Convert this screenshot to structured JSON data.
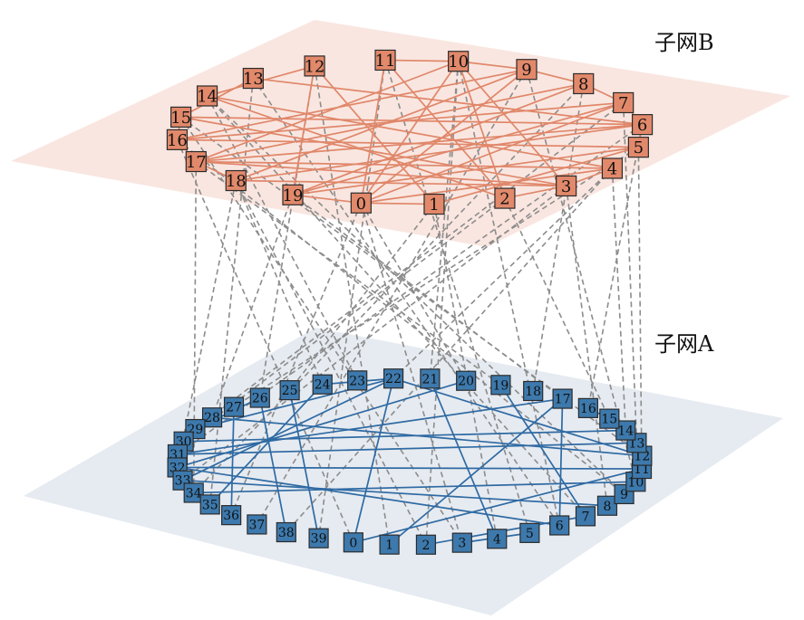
{
  "labels": {
    "top": "子网B",
    "bottom": "子网A"
  },
  "colors": {
    "plane_b": "#f9e6e0",
    "plane_a": "#e6ebf1",
    "node_b": "#e2896b",
    "node_a": "#3d79ac",
    "edge_b": "#e0876a",
    "edge_a": "#2f6aa3",
    "inter_edge": "#8c8c8c",
    "node_stroke": "#2b2b2b",
    "label_b": "#111111",
    "label_a": "#111111"
  },
  "subnet_b": {
    "nodes": [
      "0",
      "1",
      "2",
      "3",
      "4",
      "5",
      "6",
      "7",
      "8",
      "9",
      "10",
      "11",
      "12",
      "13",
      "14",
      "15",
      "16",
      "17",
      "18",
      "19"
    ],
    "edges": [
      [
        15,
        6
      ],
      [
        16,
        7
      ],
      [
        17,
        6
      ],
      [
        17,
        4
      ],
      [
        16,
        5
      ],
      [
        18,
        3
      ],
      [
        15,
        3
      ],
      [
        14,
        2
      ],
      [
        14,
        4
      ],
      [
        13,
        6
      ],
      [
        12,
        19
      ],
      [
        12,
        1
      ],
      [
        11,
        0
      ],
      [
        11,
        2
      ],
      [
        10,
        17
      ],
      [
        10,
        0
      ],
      [
        10,
        2
      ],
      [
        10,
        3
      ],
      [
        9,
        16
      ],
      [
        9,
        18
      ],
      [
        9,
        0
      ],
      [
        8,
        17
      ],
      [
        8,
        19
      ],
      [
        7,
        19
      ],
      [
        7,
        0
      ],
      [
        6,
        18
      ],
      [
        5,
        19
      ],
      [
        13,
        15
      ],
      [
        12,
        14
      ],
      [
        11,
        10
      ],
      [
        10,
        9
      ],
      [
        9,
        8
      ],
      [
        8,
        7
      ],
      [
        7,
        6
      ],
      [
        6,
        5
      ],
      [
        4,
        3
      ],
      [
        3,
        2
      ],
      [
        1,
        0
      ],
      [
        15,
        16
      ],
      [
        16,
        17
      ],
      [
        17,
        18
      ],
      [
        19,
        0
      ],
      [
        5,
        1
      ],
      [
        4,
        0
      ],
      [
        3,
        17
      ]
    ]
  },
  "subnet_a": {
    "nodes": [
      "0",
      "1",
      "2",
      "3",
      "4",
      "5",
      "6",
      "7",
      "8",
      "9",
      "10",
      "11",
      "12",
      "13",
      "14",
      "15",
      "16",
      "17",
      "18",
      "19",
      "20",
      "21",
      "22",
      "23",
      "24",
      "25",
      "26",
      "27",
      "28",
      "29",
      "30",
      "31",
      "32",
      "33",
      "34",
      "35",
      "36",
      "37",
      "38",
      "39"
    ],
    "edges": [
      [
        22,
        29
      ],
      [
        22,
        0
      ],
      [
        22,
        33
      ],
      [
        22,
        12
      ],
      [
        21,
        4
      ],
      [
        19,
        7
      ],
      [
        17,
        1
      ],
      [
        17,
        6
      ],
      [
        17,
        31
      ],
      [
        32,
        11
      ],
      [
        32,
        20
      ],
      [
        34,
        10
      ],
      [
        35,
        24
      ],
      [
        38,
        26
      ],
      [
        39,
        25
      ],
      [
        30,
        14
      ],
      [
        31,
        13
      ],
      [
        33,
        8
      ],
      [
        12,
        28
      ],
      [
        36,
        27
      ],
      [
        0,
        11
      ],
      [
        6,
        32
      ],
      [
        2,
        7
      ],
      [
        3,
        5
      ],
      [
        29,
        26
      ],
      [
        24,
        22
      ],
      [
        13,
        14
      ],
      [
        15,
        16
      ]
    ]
  },
  "inter_edges": [
    [
      0,
      36
    ],
    [
      0,
      20
    ],
    [
      1,
      4
    ],
    [
      1,
      25
    ],
    [
      2,
      30
    ],
    [
      2,
      15
    ],
    [
      3,
      8
    ],
    [
      3,
      33
    ],
    [
      4,
      22
    ],
    [
      4,
      38
    ],
    [
      5,
      27
    ],
    [
      5,
      11
    ],
    [
      6,
      31
    ],
    [
      6,
      16
    ],
    [
      7,
      29
    ],
    [
      7,
      13
    ],
    [
      8,
      34
    ],
    [
      8,
      18
    ],
    [
      9,
      37
    ],
    [
      9,
      10
    ],
    [
      10,
      2
    ],
    [
      10,
      21
    ],
    [
      11,
      5
    ],
    [
      11,
      39
    ],
    [
      12,
      1
    ],
    [
      12,
      26
    ],
    [
      13,
      6
    ],
    [
      13,
      35
    ],
    [
      14,
      7
    ],
    [
      14,
      23
    ],
    [
      15,
      3
    ],
    [
      15,
      12
    ],
    [
      16,
      0
    ],
    [
      16,
      9
    ],
    [
      17,
      34
    ],
    [
      17,
      19
    ],
    [
      18,
      32
    ],
    [
      18,
      24
    ],
    [
      19,
      28
    ],
    [
      19,
      17
    ],
    [
      0,
      3
    ],
    [
      4,
      14
    ],
    [
      10,
      6
    ],
    [
      14,
      9
    ],
    [
      18,
      2
    ]
  ]
}
